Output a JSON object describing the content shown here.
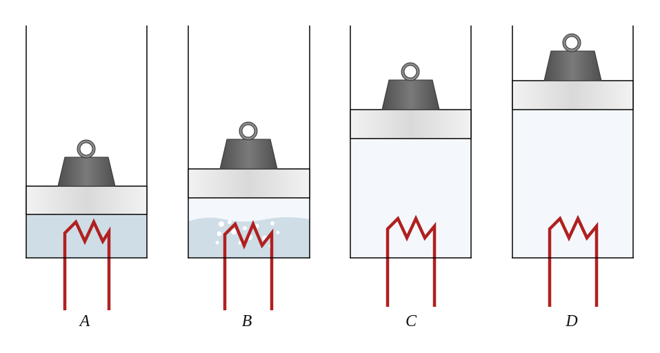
{
  "panels": [
    {
      "label": "A"
    },
    {
      "label": "B"
    },
    {
      "label": "C"
    },
    {
      "label": "D"
    }
  ],
  "colors": {
    "wall": "#000000",
    "liquid": "#cfdde7",
    "vapor": "#f4f8fc",
    "heater": "#b02020",
    "weight": "#5f5f5f",
    "bubble": "#ffffff"
  }
}
